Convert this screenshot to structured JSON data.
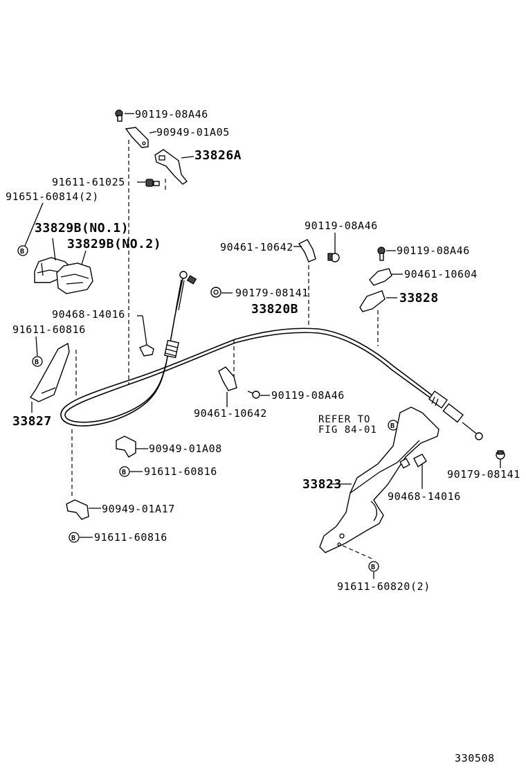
{
  "labels": {
    "p90119_top": "90119-08A46",
    "p90949_a05": "90949-01A05",
    "p33826a": "33826A",
    "p91611_61025": "91611-61025",
    "p91651": "91651-60814(2)",
    "p33829b1": "33829B(NO.1)",
    "p33829b2": "33829B(NO.2)",
    "p90468_left": "90468-14016",
    "p91611_left": "91611-60816",
    "p33827": "33827",
    "p90119_mid": "90119-08A46",
    "p90461_mid": "90461-10642",
    "p90119_right": "90119-08A46",
    "p90461_right": "90461-10604",
    "p90179_mid": "90179-08141",
    "p33820b": "33820B",
    "p33828": "33828",
    "p90119_low": "90119-08A46",
    "p90461_low": "90461-10642",
    "p90949_a08": "90949-01A08",
    "p91611_a": "91611-60816",
    "p90949_a17": "90949-01A17",
    "p91611_b": "91611-60816",
    "refer_line1": "REFER TO",
    "refer_line2": "FIG 84-01",
    "p33823": "33823",
    "p90468_right": "90468-14016",
    "p90179_right": "90179-08141",
    "p91611_60820": "91611-60820(2)",
    "circle_b": "B",
    "diagram_code": "330508"
  }
}
